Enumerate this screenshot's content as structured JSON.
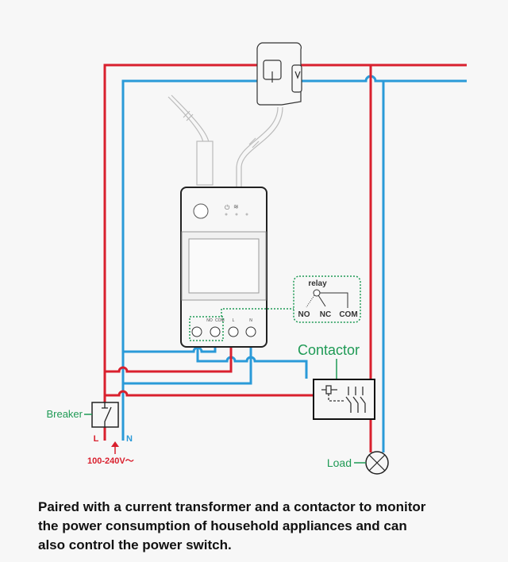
{
  "diagram": {
    "relay_label": "relay",
    "relay_no": "NO",
    "relay_nc": "NC",
    "relay_com": "COM",
    "terminal_no": "NO",
    "terminal_com": "COM",
    "terminal_l": "L",
    "terminal_n": "N",
    "contactor_label": "Contactor",
    "breaker_label": "Breaker",
    "load_label": "Load",
    "line_label": "L",
    "neutral_label": "N",
    "voltage_label": "100-240V～"
  },
  "caption": {
    "lines": [
      "Paired with a current transformer and a contactor to monitor",
      "the power consumption of household appliances and can",
      "also control the power switch."
    ]
  },
  "colors": {
    "live": "#d9202e",
    "neutral": "#2a9ad8",
    "label_green": "#1f9a55",
    "device_outline": "#222222"
  }
}
